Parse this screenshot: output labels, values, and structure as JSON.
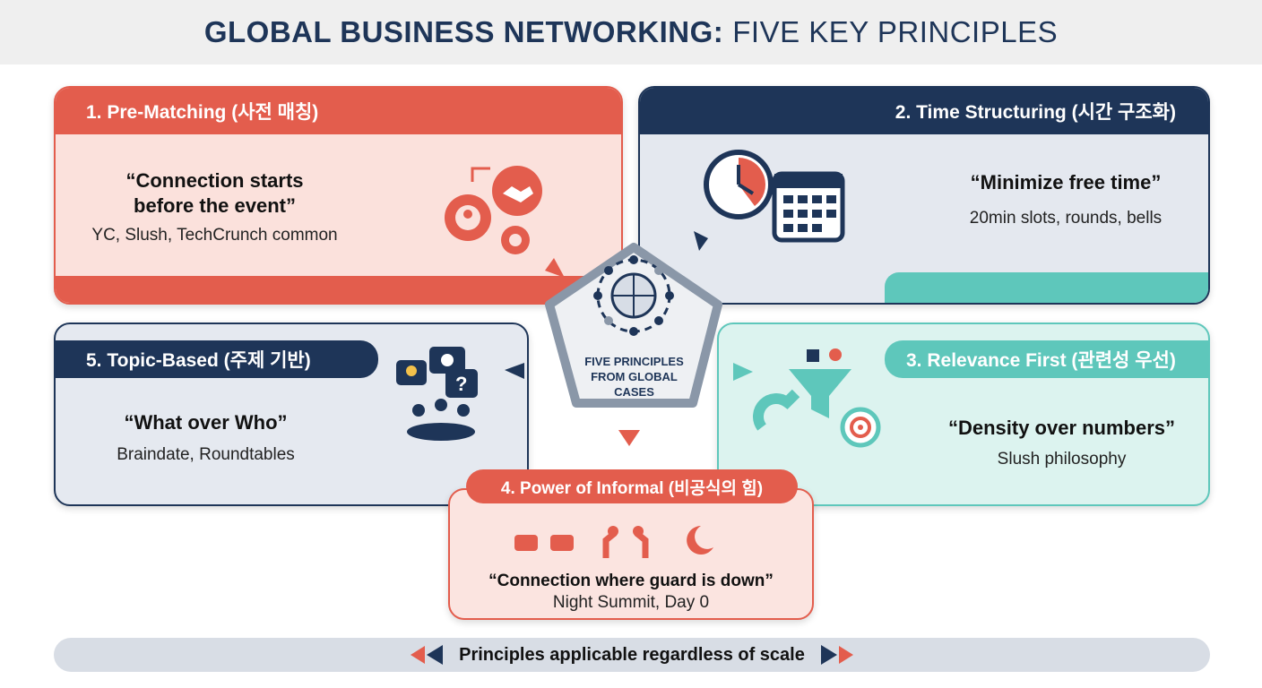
{
  "title": {
    "bold": "GLOBAL BUSINESS NETWORKING:",
    "light": "FIVE KEY PRINCIPLES"
  },
  "center": {
    "line1": "FIVE PRINCIPLES",
    "line2": "FROM GLOBAL",
    "line3": "CASES"
  },
  "principles": [
    {
      "title": "1. Pre-Matching (사전 매칭)",
      "quote1": "“Connection starts",
      "quote2": "before the event”",
      "sub": "YC, Slush, TechCrunch common"
    },
    {
      "title": "2. Time Structuring (시간 구조화)",
      "quote1": "“Minimize free time”",
      "sub": "20min slots, rounds, bells"
    },
    {
      "title": "3. Relevance First (관련성 우선)",
      "quote1": "“Density over numbers”",
      "sub": "Slush philosophy"
    },
    {
      "title": "4. Power of Informal (비공식의 힘)",
      "quote1": "“Connection where guard is down”",
      "sub": "Night Summit, Day 0"
    },
    {
      "title": "5. Topic-Based (주제 기반)",
      "quote1": "“What over Who”",
      "sub": "Braindate, Roundtables"
    }
  ],
  "footer": "Principles applicable regardless of scale",
  "colors": {
    "red": "#e35d4d",
    "navy": "#1e3558",
    "teal": "#5ec7bb"
  }
}
